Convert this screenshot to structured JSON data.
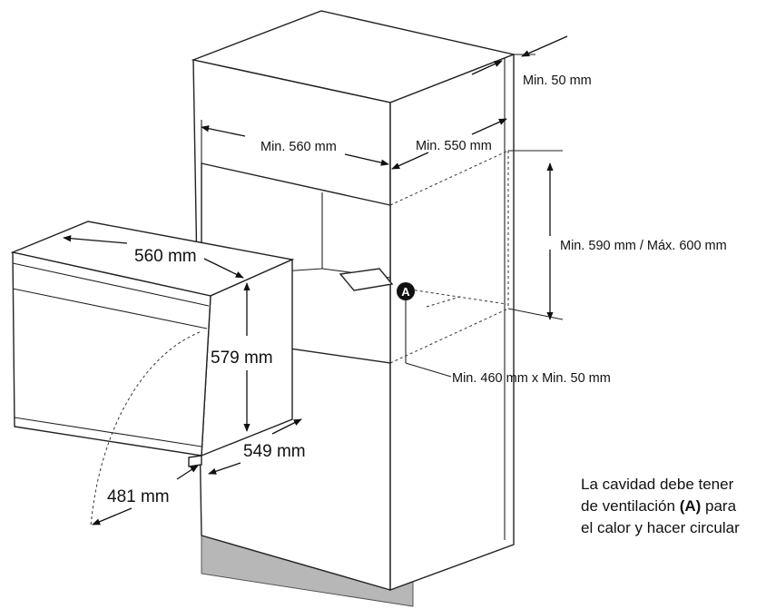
{
  "dimensions": {
    "cavity_depth_gap": "Min. 50 mm",
    "cavity_width": "Min. 560 mm",
    "cavity_depth": "Min. 550 mm",
    "cavity_height": "Min. 590 mm / Máx. 600 mm",
    "vent_opening": "Min. 460 mm x Min. 50 mm",
    "oven_width": "560 mm",
    "oven_height": "579 mm",
    "oven_depth": "549 mm",
    "door_swing": "481 mm"
  },
  "marker": {
    "label": "A"
  },
  "caption": {
    "line1": "La cavidad debe tener",
    "line2_pre": "de ventilación ",
    "line2_bold": "(A)",
    "line2_post": " para",
    "line3": "el calor y hacer circular"
  }
}
